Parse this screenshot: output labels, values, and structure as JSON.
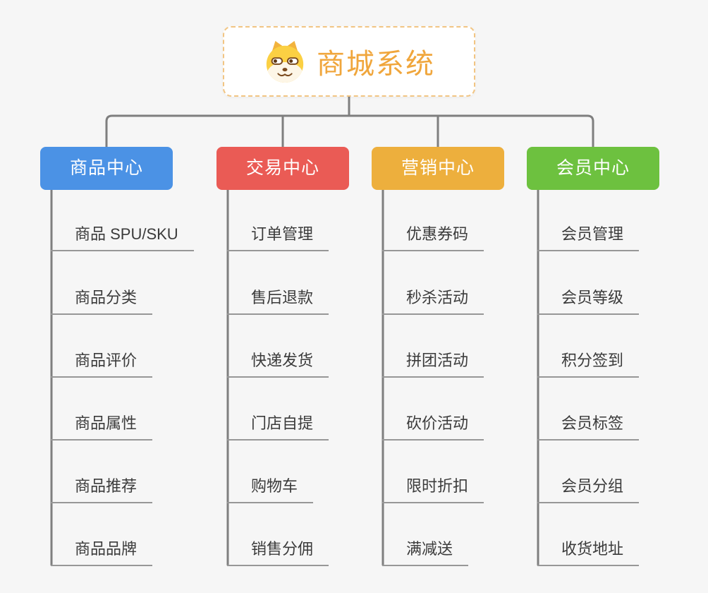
{
  "root": {
    "title": "商城系统",
    "icon": "shiba-dog-icon"
  },
  "branches": [
    {
      "label": "商品中心",
      "color": "#4b92e5",
      "items": [
        "商品 SPU/SKU",
        "商品分类",
        "商品评价",
        "商品属性",
        "商品推荐",
        "商品品牌"
      ]
    },
    {
      "label": "交易中心",
      "color": "#ea5b55",
      "items": [
        "订单管理",
        "售后退款",
        "快递发货",
        "门店自提",
        "购物车",
        "销售分佣"
      ]
    },
    {
      "label": "营销中心",
      "color": "#edaf3d",
      "items": [
        "优惠券码",
        "秒杀活动",
        "拼团活动",
        "砍价活动",
        "限时折扣",
        "满减送"
      ]
    },
    {
      "label": "会员中心",
      "color": "#6dc13f",
      "items": [
        "会员管理",
        "会员等级",
        "积分签到",
        "会员标签",
        "会员分组",
        "收货地址"
      ]
    }
  ],
  "colors": {
    "background": "#f6f6f6",
    "connector_line": "#7f7f7f",
    "leaf_underline": "#979797",
    "root_text": "#f0a63c",
    "root_border": "#f2c583",
    "leaf_text": "#3b3b3b"
  }
}
